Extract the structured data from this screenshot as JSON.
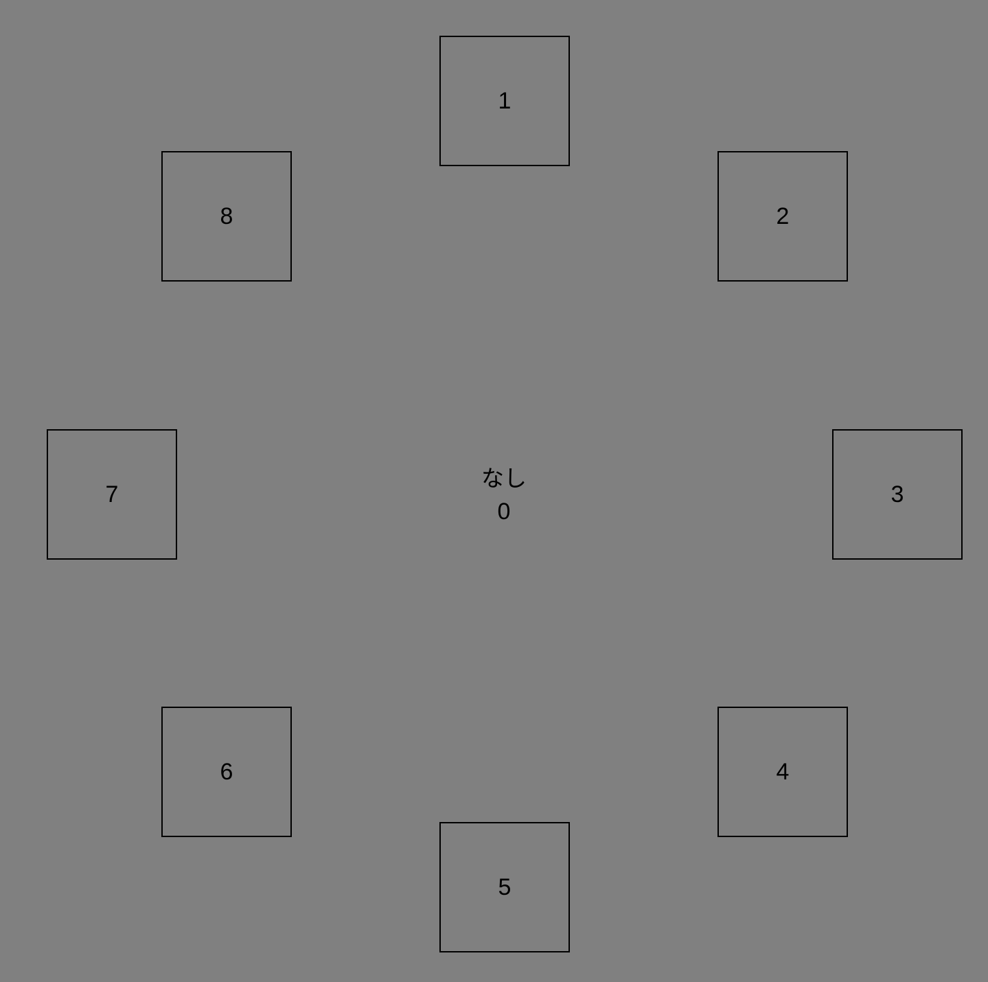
{
  "tiles": [
    {
      "id": "1",
      "label": "1"
    },
    {
      "id": "2",
      "label": "2"
    },
    {
      "id": "3",
      "label": "3"
    },
    {
      "id": "4",
      "label": "4"
    },
    {
      "id": "5",
      "label": "5"
    },
    {
      "id": "6",
      "label": "6"
    },
    {
      "id": "7",
      "label": "7"
    },
    {
      "id": "8",
      "label": "8"
    }
  ],
  "center": {
    "selection_label": "なし",
    "selection_value": "0"
  },
  "colors": {
    "background": "#808080",
    "stroke": "#000000",
    "text": "#000000"
  }
}
